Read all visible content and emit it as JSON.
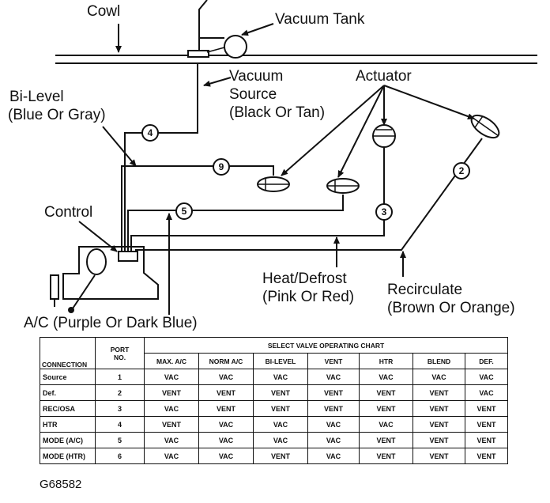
{
  "diagram": {
    "labels": {
      "cowl": "Cowl",
      "vacuum_tank": "Vacuum Tank",
      "vacuum_source": [
        "Vacuum",
        "Source",
        "(Black Or Tan)"
      ],
      "actuator": "Actuator",
      "bi_level": [
        "Bi-Level",
        "(Blue Or Gray)"
      ],
      "control": "Control",
      "heat_defrost": [
        "Heat/Defrost",
        "(Pink Or Red)"
      ],
      "recirculate": [
        "Recirculate",
        "(Brown Or Orange)"
      ],
      "ac": "A/C (Purple Or Dark Blue)"
    },
    "ports": [
      "4",
      "9",
      "5",
      "3",
      "2"
    ]
  },
  "table": {
    "group_header": "SELECT VALVE OPERATING CHART",
    "col_connection": "CONNECTION",
    "col_port": [
      "PORT",
      "NO."
    ],
    "modes": [
      "MAX. A/C",
      "NORM A/C",
      "BI-LEVEL",
      "VENT",
      "HTR",
      "BLEND",
      "DEF."
    ],
    "rows": [
      {
        "connection": "Source",
        "port": "1",
        "values": [
          "VAC",
          "VAC",
          "VAC",
          "VAC",
          "VAC",
          "VAC",
          "VAC"
        ]
      },
      {
        "connection": "Def.",
        "port": "2",
        "values": [
          "VENT",
          "VENT",
          "VENT",
          "VENT",
          "VENT",
          "VENT",
          "VAC"
        ]
      },
      {
        "connection": "REC/OSA",
        "port": "3",
        "values": [
          "VAC",
          "VENT",
          "VENT",
          "VENT",
          "VENT",
          "VENT",
          "VENT"
        ]
      },
      {
        "connection": "HTR",
        "port": "4",
        "values": [
          "VENT",
          "VAC",
          "VAC",
          "VAC",
          "VAC",
          "VENT",
          "VENT"
        ]
      },
      {
        "connection": "MODE (A/C)",
        "port": "5",
        "values": [
          "VAC",
          "VAC",
          "VAC",
          "VAC",
          "VENT",
          "VENT",
          "VENT"
        ]
      },
      {
        "connection": "MODE (HTR)",
        "port": "6",
        "values": [
          "VAC",
          "VAC",
          "VENT",
          "VAC",
          "VENT",
          "VENT",
          "VENT"
        ]
      }
    ]
  },
  "figure_id": "G68582"
}
